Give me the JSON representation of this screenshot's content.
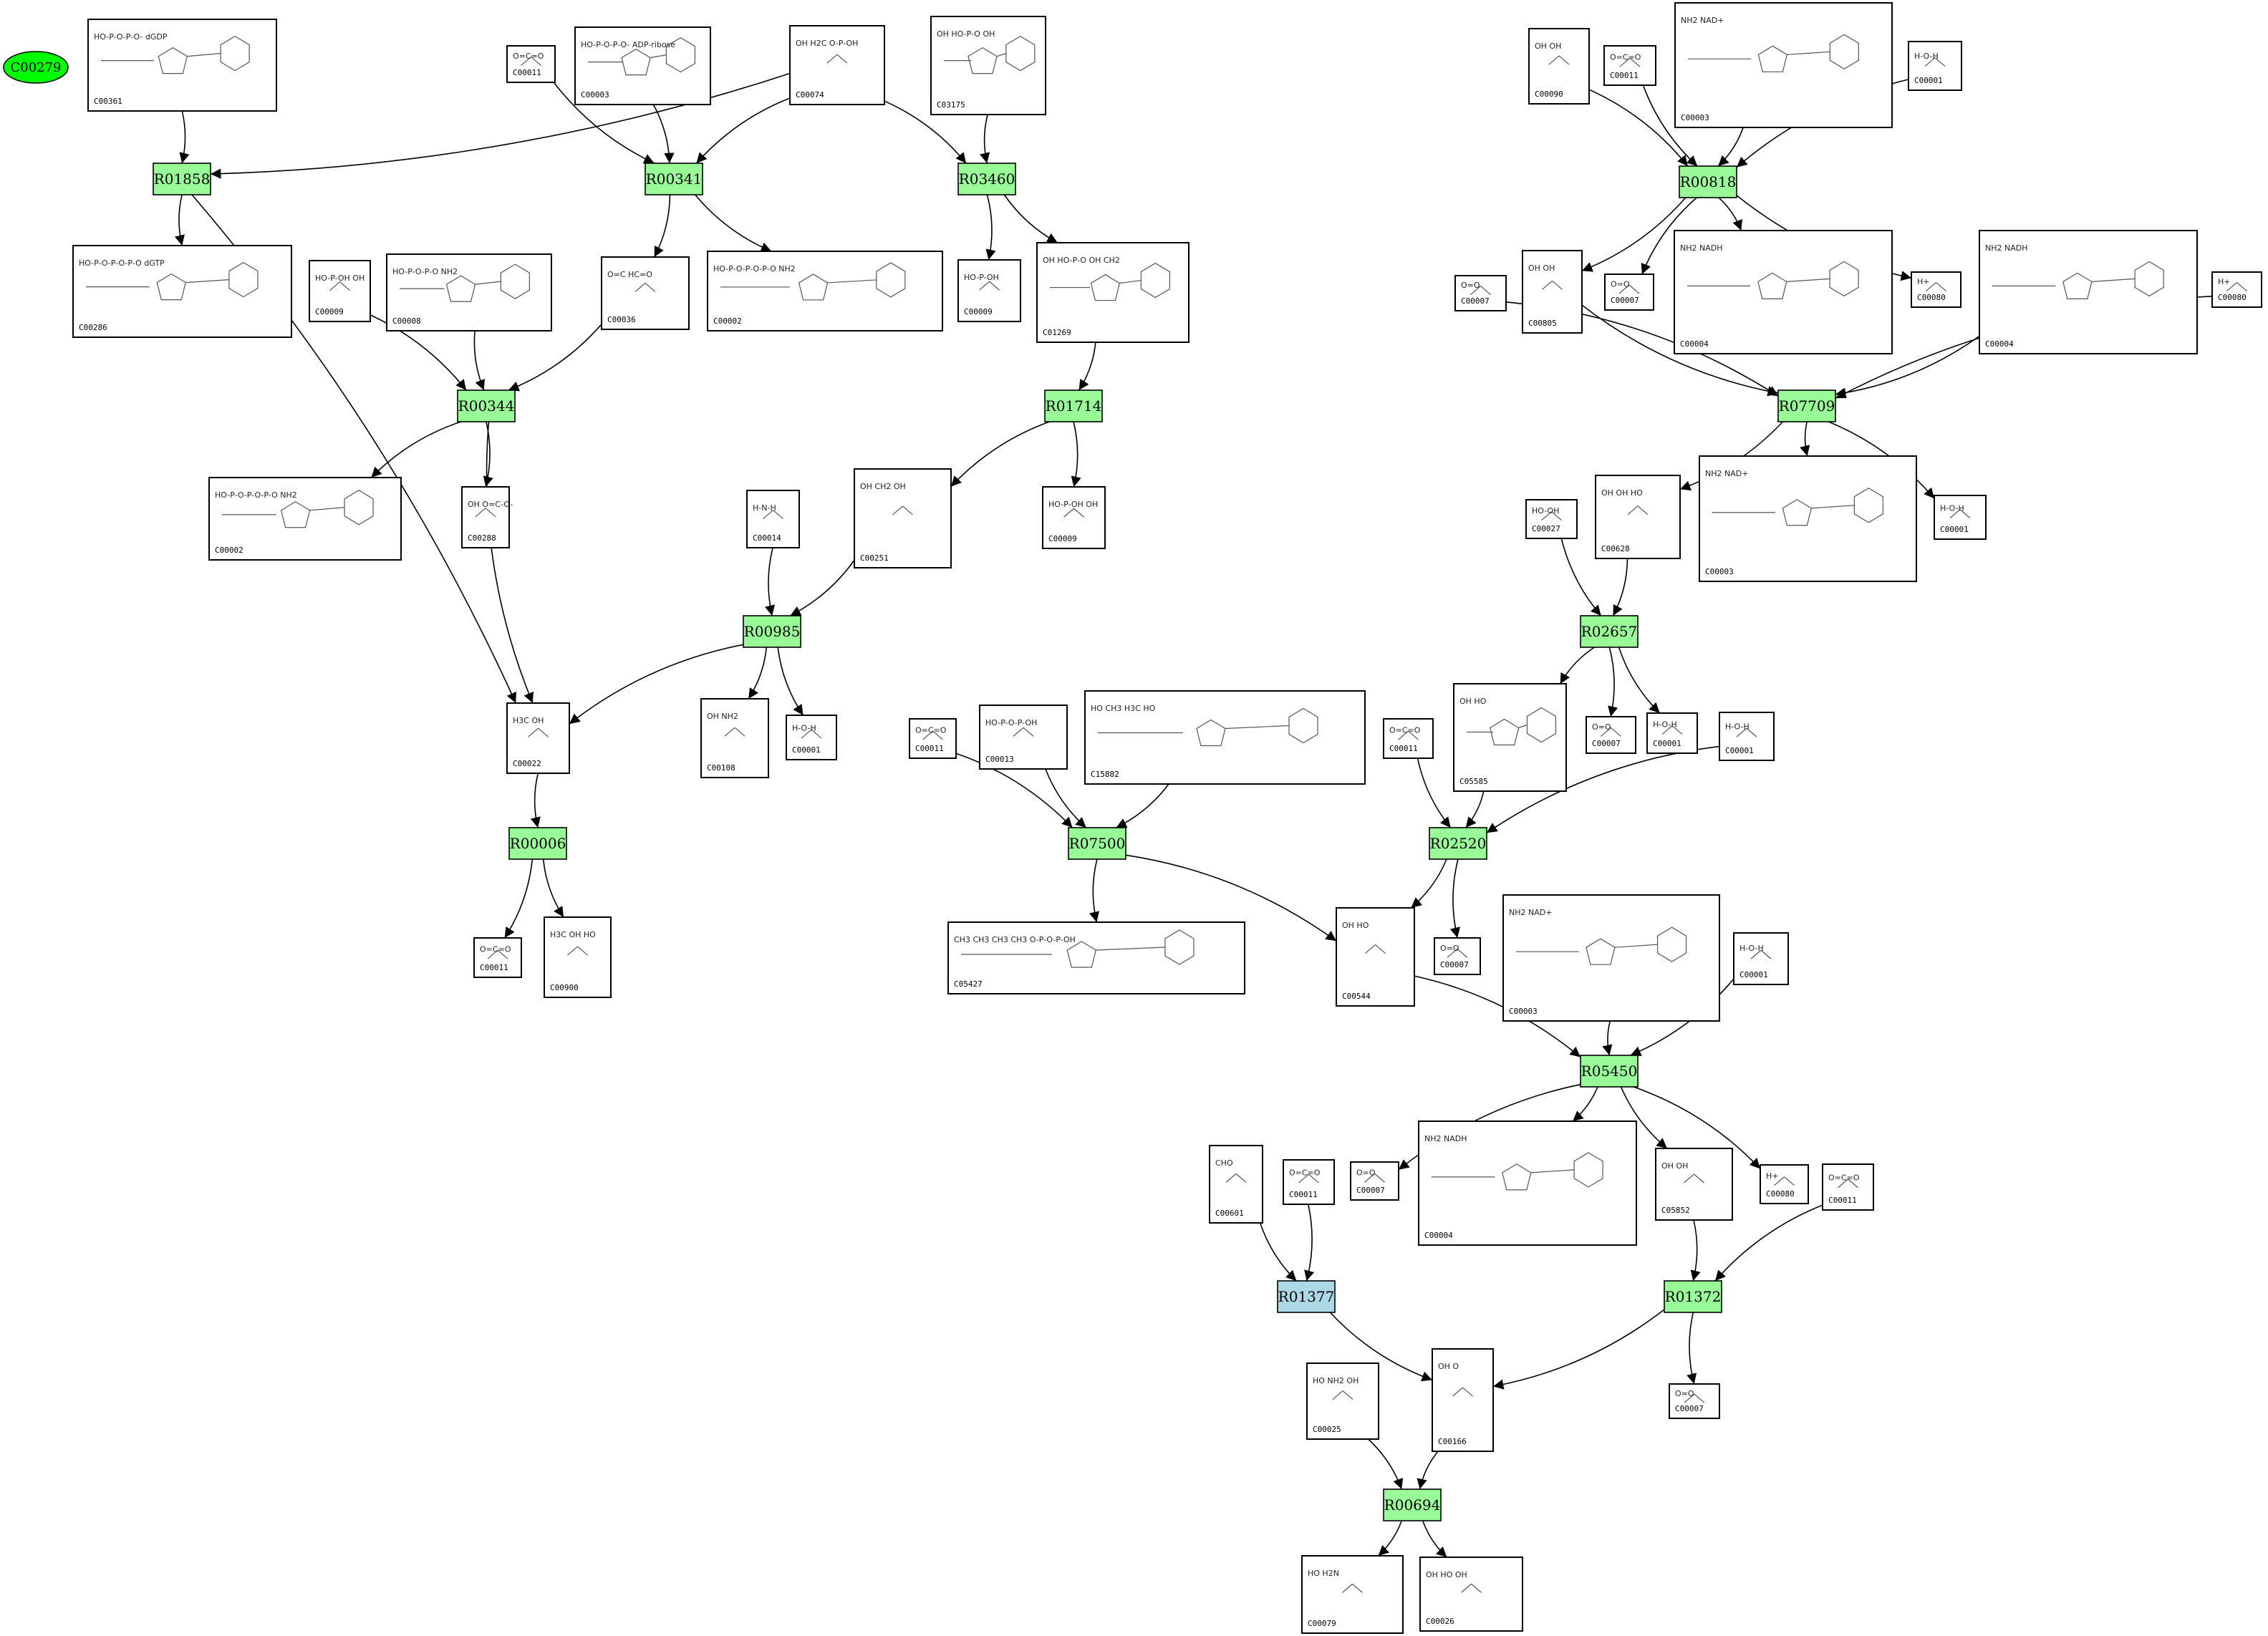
{
  "colors": {
    "reaction": "#98fb98",
    "reaction_alt": "#add8e6",
    "start": "#00ff00",
    "edge": "#000000"
  },
  "start_node": {
    "label": "C00279"
  },
  "reactions": [
    {
      "id": "R01858",
      "color": "reaction"
    },
    {
      "id": "R00341",
      "color": "reaction"
    },
    {
      "id": "R03460",
      "color": "reaction"
    },
    {
      "id": "R00344",
      "color": "reaction"
    },
    {
      "id": "R01714",
      "color": "reaction"
    },
    {
      "id": "R00985",
      "color": "reaction"
    },
    {
      "id": "R00006",
      "color": "reaction"
    },
    {
      "id": "R00818",
      "color": "reaction"
    },
    {
      "id": "R07709",
      "color": "reaction"
    },
    {
      "id": "R02657",
      "color": "reaction"
    },
    {
      "id": "R07500",
      "color": "reaction"
    },
    {
      "id": "R02520",
      "color": "reaction"
    },
    {
      "id": "R05450",
      "color": "reaction"
    },
    {
      "id": "R01377",
      "color": "reaction_alt"
    },
    {
      "id": "R01372",
      "color": "reaction"
    },
    {
      "id": "R00694",
      "color": "reaction"
    }
  ],
  "compounds": [
    {
      "key": "c00361",
      "id": "C00361",
      "formula": "HO-P-O-P-O- dGDP"
    },
    {
      "key": "c00011a",
      "id": "C00011",
      "formula": "O=C=O"
    },
    {
      "key": "c00003a",
      "id": "C00003",
      "formula": "HO-P-O-P-O- ADP-ribose"
    },
    {
      "key": "c00074",
      "id": "C00074",
      "formula": "OH H2C O-P-OH"
    },
    {
      "key": "c03175",
      "id": "C03175",
      "formula": "OH HO-P-O OH"
    },
    {
      "key": "c00286",
      "id": "C00286",
      "formula": "HO-P-O-P-O-P-O dGTP"
    },
    {
      "key": "c00009a",
      "id": "C00009",
      "formula": "HO-P-OH OH"
    },
    {
      "key": "c00008",
      "id": "C00008",
      "formula": "HO-P-O-P-O NH2"
    },
    {
      "key": "c00036",
      "id": "C00036",
      "formula": "O=C HC=O"
    },
    {
      "key": "c00002a",
      "id": "C00002",
      "formula": "HO-P-O-P-O-P-O NH2"
    },
    {
      "key": "c00009b",
      "id": "C00009",
      "formula": "HO-P-OH"
    },
    {
      "key": "c01269",
      "id": "C01269",
      "formula": "OH HO-P-O OH CH2"
    },
    {
      "key": "c00002b",
      "id": "C00002",
      "formula": "HO-P-O-P-O-P-O NH2"
    },
    {
      "key": "c00288",
      "id": "C00288",
      "formula": "OH O=C-O-"
    },
    {
      "key": "c00014",
      "id": "C00014",
      "formula": "H-N-H"
    },
    {
      "key": "c00251",
      "id": "C00251",
      "formula": "OH CH2 OH"
    },
    {
      "key": "c00009c",
      "id": "C00009",
      "formula": "HO-P-OH OH"
    },
    {
      "key": "c00022",
      "id": "C00022",
      "formula": "H3C OH"
    },
    {
      "key": "c00108",
      "id": "C00108",
      "formula": "OH NH2"
    },
    {
      "key": "c00001a",
      "id": "C00001",
      "formula": "H-O-H"
    },
    {
      "key": "c00011b",
      "id": "C00011",
      "formula": "O=C=O"
    },
    {
      "key": "c00900",
      "id": "C00900",
      "formula": "H3C OH HO"
    },
    {
      "key": "c00090",
      "id": "C00090",
      "formula": "OH OH"
    },
    {
      "key": "c00011c",
      "id": "C00011",
      "formula": "O=C=O"
    },
    {
      "key": "c00003b",
      "id": "C00003",
      "formula": "NH2 NAD+"
    },
    {
      "key": "c00001b",
      "id": "C00001",
      "formula": "H-O-H"
    },
    {
      "key": "c00007a",
      "id": "C00007",
      "formula": "O=O"
    },
    {
      "key": "c00805",
      "id": "C00805",
      "formula": "OH OH"
    },
    {
      "key": "c00007b",
      "id": "C00007",
      "formula": "O=O"
    },
    {
      "key": "c00004a",
      "id": "C00004",
      "formula": "NH2 NADH"
    },
    {
      "key": "c00080a",
      "id": "C00080",
      "formula": "H+"
    },
    {
      "key": "c00004b",
      "id": "C00004",
      "formula": "NH2 NADH"
    },
    {
      "key": "c00080b",
      "id": "C00080",
      "formula": "H+"
    },
    {
      "key": "c00027",
      "id": "C00027",
      "formula": "HO-OH"
    },
    {
      "key": "c00628",
      "id": "C00628",
      "formula": "OH OH HO"
    },
    {
      "key": "c00003c",
      "id": "C00003",
      "formula": "NH2 NAD+"
    },
    {
      "key": "c00001c",
      "id": "C00001",
      "formula": "H-O-H"
    },
    {
      "key": "c00011d",
      "id": "C00011",
      "formula": "O=C=O"
    },
    {
      "key": "c00013",
      "id": "C00013",
      "formula": "HO-P-O-P-OH"
    },
    {
      "key": "c15882",
      "id": "C15882",
      "formula": "HO CH3 H3C HO"
    },
    {
      "key": "c00011e",
      "id": "C00011",
      "formula": "O=C=O"
    },
    {
      "key": "c05585",
      "id": "C05585",
      "formula": "OH HO"
    },
    {
      "key": "c00007c",
      "id": "C00007",
      "formula": "O=O"
    },
    {
      "key": "c00001d",
      "id": "C00001",
      "formula": "H-O-H"
    },
    {
      "key": "c00001e",
      "id": "C00001",
      "formula": "H-O-H"
    },
    {
      "key": "c05427",
      "id": "C05427",
      "formula": "CH3 CH3 CH3 CH3 O-P-O-P-OH"
    },
    {
      "key": "c00544",
      "id": "C00544",
      "formula": "OH HO"
    },
    {
      "key": "c00007d",
      "id": "C00007",
      "formula": "O=O"
    },
    {
      "key": "c00003d",
      "id": "C00003",
      "formula": "NH2 NAD+"
    },
    {
      "key": "c00001f",
      "id": "C00001",
      "formula": "H-O-H"
    },
    {
      "key": "c00601",
      "id": "C00601",
      "formula": "CHO"
    },
    {
      "key": "c00011f",
      "id": "C00011",
      "formula": "O=C=O"
    },
    {
      "key": "c00007e",
      "id": "C00007",
      "formula": "O=O"
    },
    {
      "key": "c00004c",
      "id": "C00004",
      "formula": "NH2 NADH"
    },
    {
      "key": "c05852",
      "id": "C05852",
      "formula": "OH OH"
    },
    {
      "key": "c00080c",
      "id": "C00080",
      "formula": "H+"
    },
    {
      "key": "c00011g",
      "id": "C00011",
      "formula": "O=C=O"
    },
    {
      "key": "c00025",
      "id": "C00025",
      "formula": "HO NH2 OH"
    },
    {
      "key": "c00166",
      "id": "C00166",
      "formula": "OH O"
    },
    {
      "key": "c00007f",
      "id": "C00007",
      "formula": "O=O"
    },
    {
      "key": "c00079",
      "id": "C00079",
      "formula": "HO H2N"
    },
    {
      "key": "c00026",
      "id": "C00026",
      "formula": "OH HO OH"
    }
  ]
}
